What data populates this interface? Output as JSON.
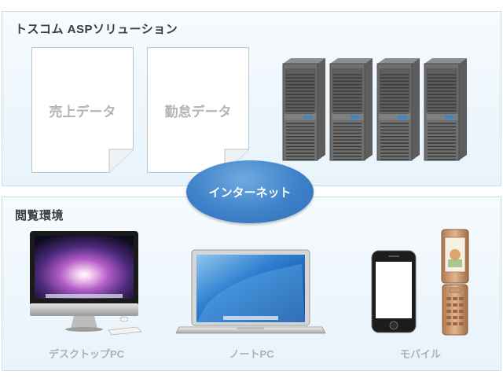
{
  "top_panel": {
    "title": "トスコム ASPソリューション"
  },
  "documents": [
    {
      "label": "売上データ"
    },
    {
      "label": "勤怠データ"
    }
  ],
  "servers": {
    "count": 4
  },
  "network": {
    "label": "インターネット"
  },
  "bottom_panel": {
    "title": "閲覧環境"
  },
  "devices": [
    {
      "label": "デスクトップPC",
      "icon": "imac"
    },
    {
      "label": "ノートPC",
      "icon": "macbook"
    },
    {
      "label": "モバイル",
      "icon": "iphone-and-flip-phone"
    }
  ],
  "colors": {
    "cloud": "#3f82c9",
    "panel_border": "#c9dde9",
    "server_indicator": "#3a86c8"
  }
}
